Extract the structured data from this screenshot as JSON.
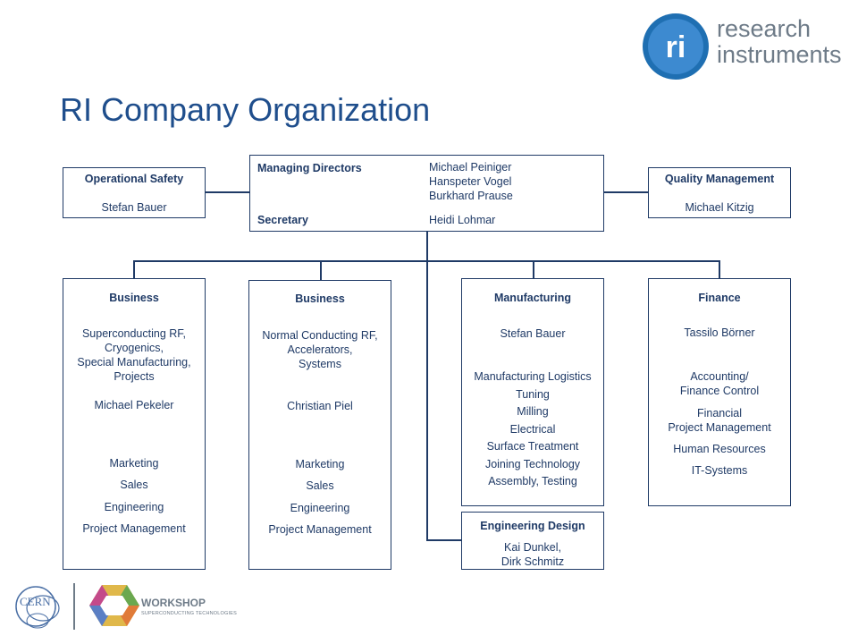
{
  "page": {
    "title": "RI Company Organization",
    "logo": {
      "line1": "research",
      "line2": "instruments",
      "mark": "ri"
    }
  },
  "managing": {
    "directors_label": "Managing Directors",
    "directors": [
      "Michael Peiniger",
      "Hanspeter Vogel",
      "Burkhard Prause"
    ],
    "secretary_label": "Secretary",
    "secretary": "Heidi Lohmar"
  },
  "op_safety": {
    "title": "Operational Safety",
    "name": "Stefan Bauer"
  },
  "quality": {
    "title": "Quality Management",
    "name": "Michael Kitzig"
  },
  "business1": {
    "title": "Business",
    "desc": [
      "Superconducting RF,",
      "Cryogenics,",
      "Special Manufacturing,",
      "Projects"
    ],
    "name": "Michael Pekeler",
    "items": [
      "Marketing",
      "Sales",
      "Engineering",
      "Project Management"
    ]
  },
  "business2": {
    "title": "Business",
    "desc": [
      "Normal Conducting RF,",
      "Accelerators,",
      "Systems"
    ],
    "name": "Christian Piel",
    "items": [
      "Marketing",
      "Sales",
      "Engineering",
      "Project Management"
    ]
  },
  "manufacturing": {
    "title": "Manufacturing",
    "name": "Stefan Bauer",
    "items": [
      "Manufacturing Logistics",
      "Tuning",
      "Milling",
      "Electrical",
      "Surface Treatment",
      "Joining Technology",
      "Assembly, Testing"
    ]
  },
  "finance": {
    "title": "Finance",
    "name": "Tassilo Börner",
    "acc": [
      "Accounting/",
      "Finance Control"
    ],
    "fin": [
      "Financial",
      "Project Management"
    ],
    "hr": "Human Resources",
    "it": "IT-Systems"
  },
  "eng_design": {
    "title": "Engineering Design",
    "names": [
      "Kai Dunkel,",
      "Dirk Schmitz"
    ]
  },
  "footer": {
    "cern": "CERN",
    "workshop": "WORKSHOP",
    "workshop_sub": "SUPERCONDUCTING TECHNOLOGIES"
  },
  "colors": {
    "accent": "#1f4e8c",
    "line": "#1f3a66",
    "logo_grey": "#6e7b88"
  }
}
